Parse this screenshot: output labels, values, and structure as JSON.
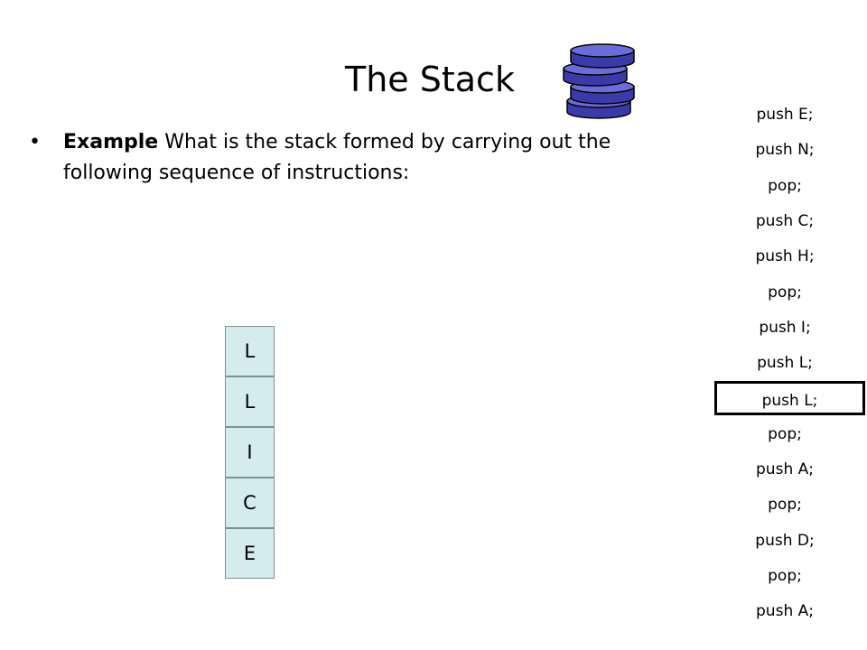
{
  "slide": {
    "title": "The Stack",
    "bullet_marker": "•",
    "bullet_bold": "Example",
    "bullet_text": " What is the stack formed by carrying out the following sequence of instructions:"
  },
  "instructions": [
    "push E;",
    "push N;",
    "pop;",
    "push C;",
    "push H;",
    "pop;",
    "push I;",
    "push L;",
    "push L;",
    "pop;",
    "push A;",
    "pop;",
    "push D;",
    "pop;",
    "push A;"
  ],
  "current_instruction_index": 8,
  "stack": [
    "L",
    "L",
    "I",
    "C",
    "E"
  ],
  "colors": {
    "stack_cell_fill": "#d5ecef",
    "icon_disc": "#3a3aa8",
    "icon_disc_top": "#6c6cd8"
  },
  "icons": {
    "title_icon": "stack-of-discs-icon"
  }
}
